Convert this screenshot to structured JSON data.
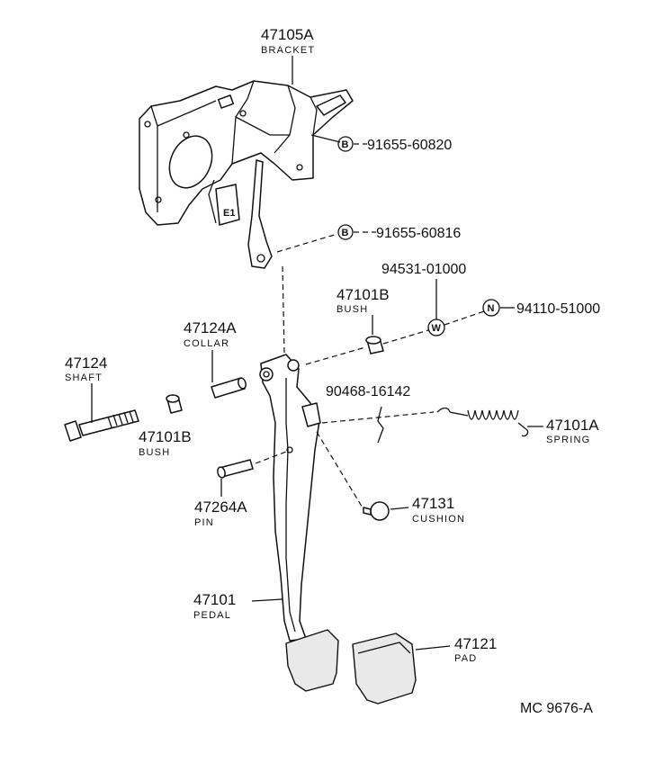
{
  "parts": {
    "bracket": {
      "number": "47105A",
      "name": "BRACKET"
    },
    "bush_upper": {
      "number": "47101B",
      "name": "BUSH"
    },
    "collar": {
      "number": "47124A",
      "name": "COLLAR"
    },
    "shaft": {
      "number": "47124",
      "name": "SHAFT"
    },
    "bush_lower": {
      "number": "47101B",
      "name": "BUSH"
    },
    "spring": {
      "number": "47101A",
      "name": "SPRING"
    },
    "pin": {
      "number": "47264A",
      "name": "PIN"
    },
    "cushion": {
      "number": "47131",
      "name": "CUSHION"
    },
    "pedal": {
      "number": "47101",
      "name": "PEDAL"
    },
    "pad": {
      "number": "47121",
      "name": "PAD"
    }
  },
  "callouts": {
    "bolt_upper": {
      "symbol": "B",
      "code": "91655-60820"
    },
    "bolt_lower": {
      "symbol": "B",
      "code": "91655-60816"
    },
    "washer": {
      "symbol": "W",
      "code": "94531-01000"
    },
    "nut": {
      "symbol": "N",
      "code": "94110-51000"
    },
    "clip": {
      "code": "90468-16142"
    }
  },
  "figure_id": "MC 9676-A"
}
